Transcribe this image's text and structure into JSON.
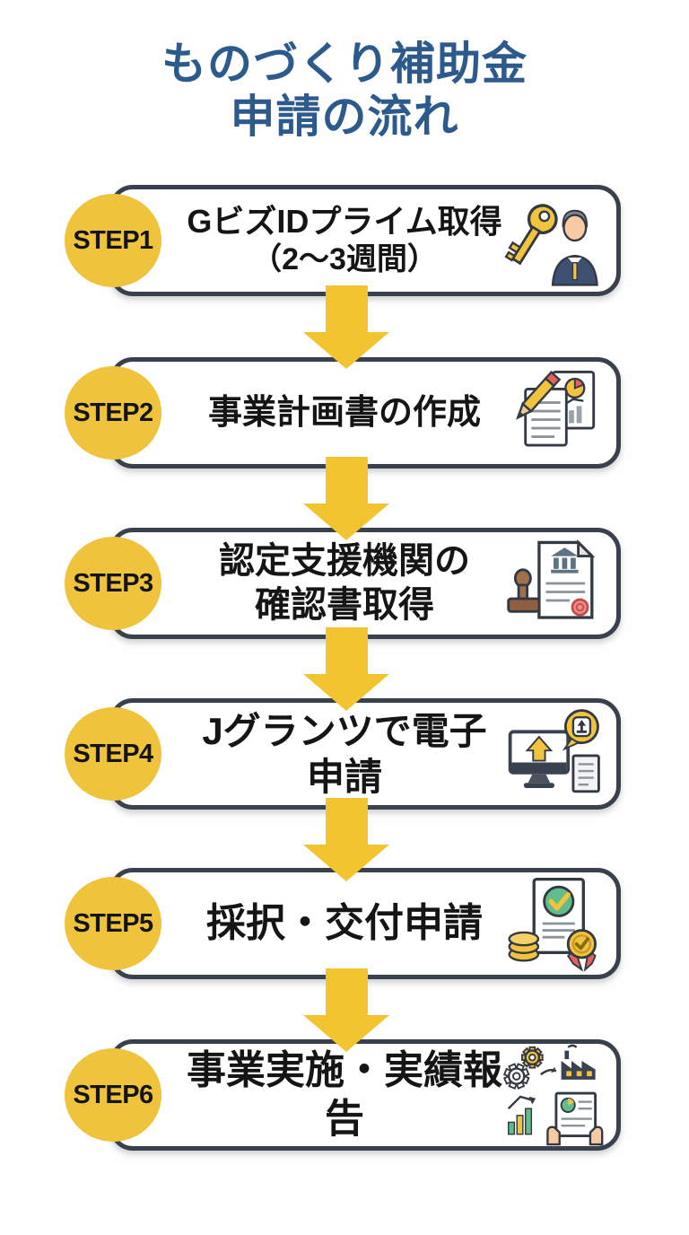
{
  "title": {
    "line1": "ものづくり補助金",
    "line2": "申請の流れ"
  },
  "steps": [
    {
      "badge": "STEP1",
      "lines": [
        "GビズIDプライム取得",
        "（2〜3週間）"
      ],
      "icon": "key-and-businessman"
    },
    {
      "badge": "STEP2",
      "lines": [
        "事業計画書の作成"
      ],
      "icon": "pencil-and-documents"
    },
    {
      "badge": "STEP3",
      "lines": [
        "認定支援機関の",
        "確認書取得"
      ],
      "icon": "certificate-and-stamp"
    },
    {
      "badge": "STEP4",
      "lines": [
        "Jグランツで電子申請"
      ],
      "icon": "monitor-upload-document"
    },
    {
      "badge": "STEP5",
      "lines": [
        "採択・交付申請"
      ],
      "icon": "approved-document-coins-medal"
    },
    {
      "badge": "STEP6",
      "lines": [
        "事業実施・実績報告"
      ],
      "icon": "gears-factory-report"
    }
  ],
  "colors": {
    "title_blue": "#2d5a8c",
    "arrow_yellow": "#f2c42f",
    "badge_yellow": "#efc33c",
    "outline_dark": "#39414d",
    "text_black": "#151515"
  }
}
